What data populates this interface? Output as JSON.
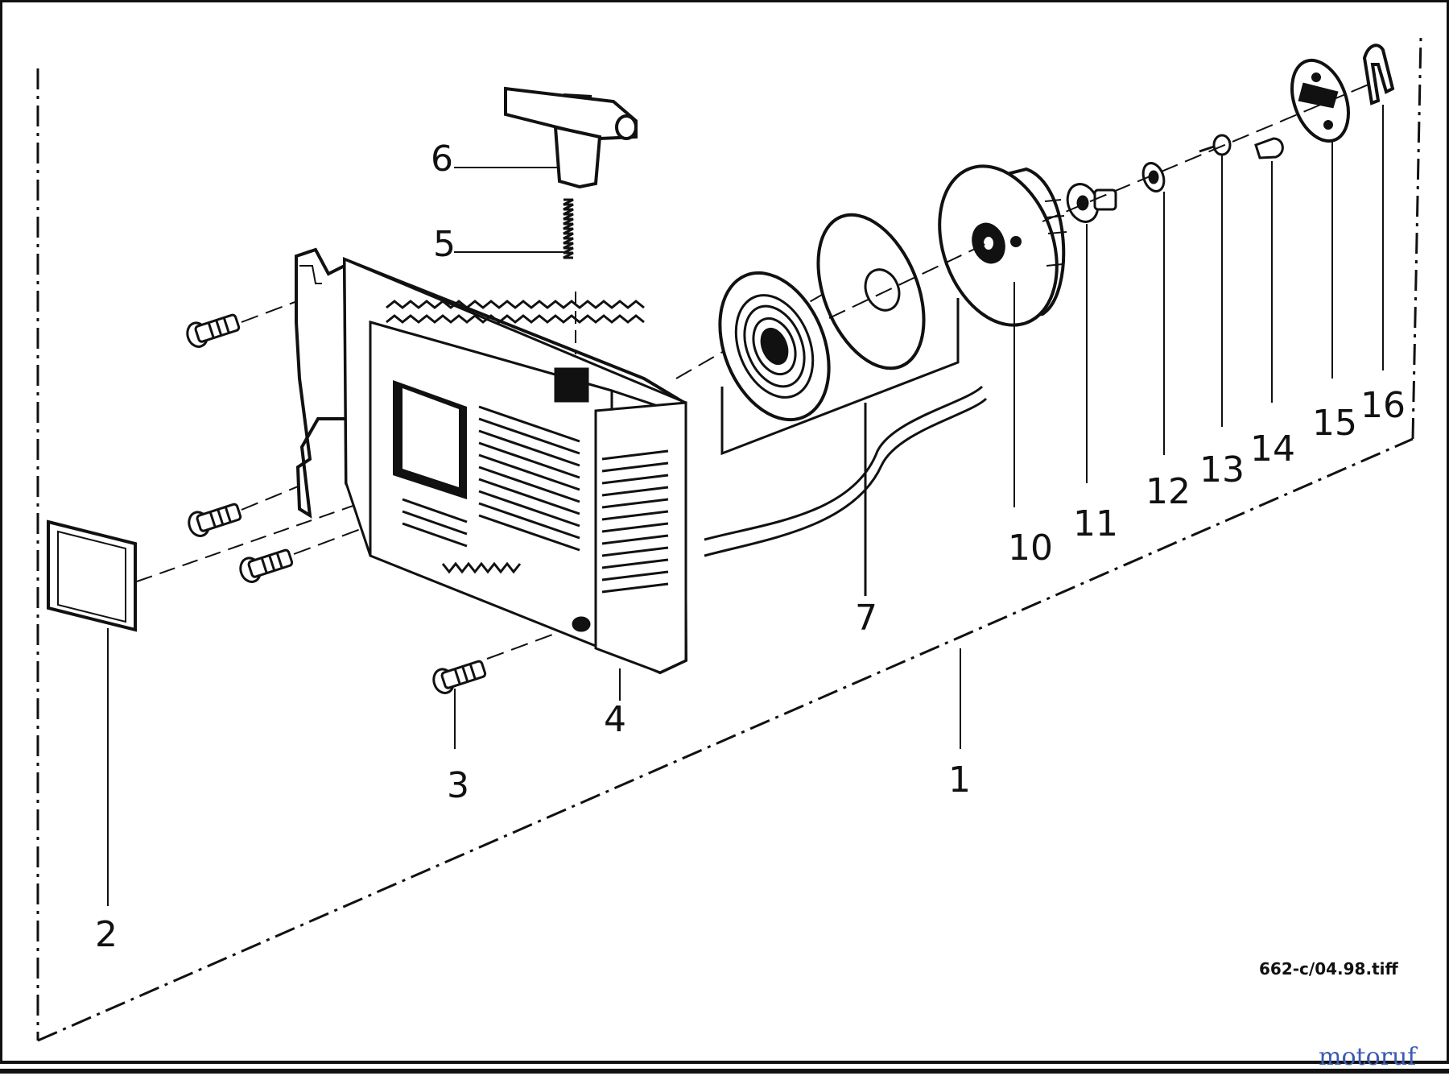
{
  "diagram": {
    "file_reference": "662-c/04.98.tiff",
    "watermark": "motoruf",
    "colors": {
      "line": "#111111",
      "background": "#ffffff",
      "watermark_primary": "#3b5bb5",
      "watermark_accent": "#e0a020"
    },
    "part_labels": [
      {
        "id": "1",
        "text": "1"
      },
      {
        "id": "2",
        "text": "2"
      },
      {
        "id": "3",
        "text": "3"
      },
      {
        "id": "4",
        "text": "4"
      },
      {
        "id": "5",
        "text": "5"
      },
      {
        "id": "6",
        "text": "6"
      },
      {
        "id": "7",
        "text": "7"
      },
      {
        "id": "10",
        "text": "10"
      },
      {
        "id": "11",
        "text": "11"
      },
      {
        "id": "12",
        "text": "12"
      },
      {
        "id": "13",
        "text": "13"
      },
      {
        "id": "14",
        "text": "14"
      },
      {
        "id": "15",
        "text": "15"
      },
      {
        "id": "16",
        "text": "16"
      }
    ]
  }
}
